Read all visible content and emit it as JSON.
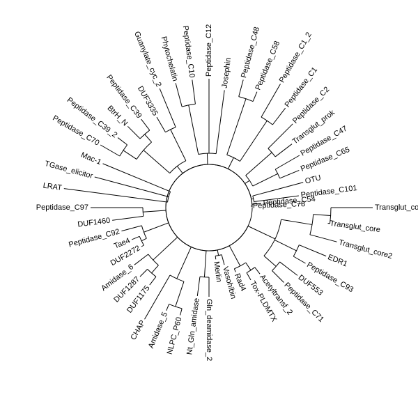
{
  "tree": {
    "line_color": "#000000",
    "leaves": [
      {
        "label": "Transglut_core",
        "angle": 0
      },
      {
        "label": "Transglut_core",
        "angle": 7.5
      },
      {
        "label": "Transglut_core2",
        "angle": 15
      },
      {
        "label": "EDR1",
        "angle": 22.5
      },
      {
        "label": "Peptidase_C93",
        "angle": 30
      },
      {
        "label": "DUF553",
        "angle": 37.5
      },
      {
        "label": "Peptidase_C71",
        "angle": 45
      },
      {
        "label": "Acetyltransf_2",
        "angle": 52.5
      },
      {
        "label": "Tox-PLDMTX",
        "angle": 60
      },
      {
        "label": "Rad4",
        "angle": 67.5
      },
      {
        "label": "Vasohibin",
        "angle": 75
      },
      {
        "label": "Merlin",
        "angle": 82.5
      },
      {
        "label": "Gln_deamidase_2",
        "angle": 90
      },
      {
        "label": "Nt_Gln_amidase",
        "angle": 97.5
      },
      {
        "label": "NLPC_P60",
        "angle": 105
      },
      {
        "label": "Amidase_5",
        "angle": 112.5
      },
      {
        "label": "CHAP",
        "angle": 120
      },
      {
        "label": "DUF1175",
        "angle": 127.5
      },
      {
        "label": "DUF1287",
        "angle": 135
      },
      {
        "label": "Amidase_6",
        "angle": 142.5
      },
      {
        "label": "DUF2272",
        "angle": 150
      },
      {
        "label": "Tae4",
        "angle": 157.5
      },
      {
        "label": "Peptidase_C92",
        "angle": 165
      },
      {
        "label": "DUF1460",
        "angle": 172.5
      },
      {
        "label": "Peptidase_C97",
        "angle": 180
      },
      {
        "label": "LRAT",
        "angle": 187.5
      },
      {
        "label": "TGase_elicitor",
        "angle": 195
      },
      {
        "label": "Mac-1",
        "angle": 202.5
      },
      {
        "label": "Peptidase_C70",
        "angle": 210
      },
      {
        "label": "Peptidase_C39_2",
        "angle": 217.5
      },
      {
        "label": "BtrH_N",
        "angle": 225
      },
      {
        "label": "Peptidase_C39",
        "angle": 232.5
      },
      {
        "label": "DUF3335",
        "angle": 240
      },
      {
        "label": "Guanylate_cyc_2",
        "angle": 247.5
      },
      {
        "label": "Phytochelatin",
        "angle": 255
      },
      {
        "label": "Peptidase_C10",
        "angle": 262.5
      },
      {
        "label": "Peptidase_C12",
        "angle": 270
      },
      {
        "label": "Josephin",
        "angle": 277.5
      },
      {
        "label": "Peptidase_C48",
        "angle": 285
      },
      {
        "label": "Peptidase_C58",
        "angle": 292.5
      },
      {
        "label": "Peptidase_C1_2",
        "angle": 300
      },
      {
        "label": "Peptidase_C1",
        "angle": 307.5
      },
      {
        "label": "Peptidase_C2",
        "angle": 315
      },
      {
        "label": "Transglut_prok",
        "angle": 322.5
      },
      {
        "label": "Peptidase_C47",
        "angle": 330
      },
      {
        "label": "Peptidase_C65",
        "angle": 337.5
      },
      {
        "label": "OTU",
        "angle": 345
      },
      {
        "label": "Peptidase_C101",
        "angle": 352.5
      },
      {
        "label": "Peptidase_C54",
        "angle": 355.5
      },
      {
        "label": "Peptidase_C78",
        "angle": 358
      }
    ]
  }
}
